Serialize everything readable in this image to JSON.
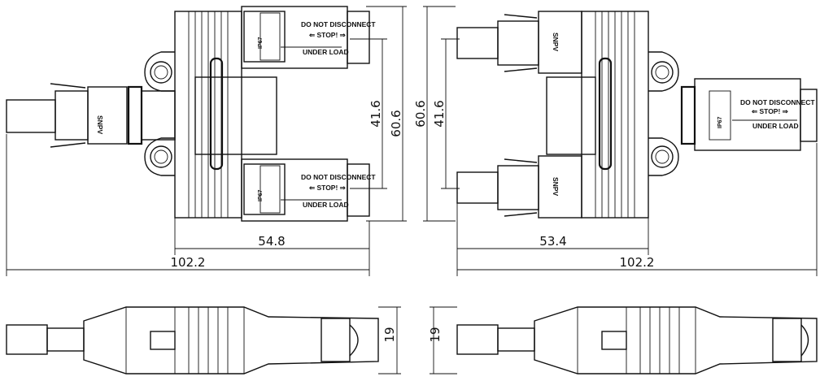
{
  "dimensions": {
    "left_height_outer": "60.6",
    "left_height_inner": "41.6",
    "left_width_body": "54.8",
    "left_width_total": "102.2",
    "right_height_outer": "60.6",
    "right_height_inner": "41.6",
    "right_width_body": "53.4",
    "right_width_total": "102.2",
    "left_side_height": "19",
    "right_side_height": "19"
  },
  "label": {
    "line1": "DO NOT DISCONNECT",
    "line2": "STOP!",
    "line3": "UNDER  LOAD",
    "ip": "IP67",
    "cert": "SNPV"
  }
}
